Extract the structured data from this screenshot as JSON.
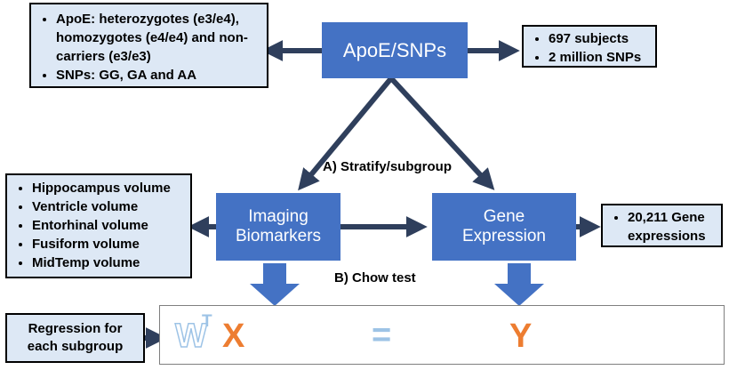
{
  "apoe_box": {
    "items": [
      "ApoE: heterozygotes (e3/e4), homozygotes (e4/e4) and non-carriers (e3/e3)",
      "SNPs: GG, GA and AA"
    ]
  },
  "center_node": {
    "label": "ApoE/SNPs"
  },
  "subjects_box": {
    "items": [
      "697 subjects",
      "2 million SNPs"
    ]
  },
  "stratify_label": "A) Stratify/subgroup",
  "biomarker_box": {
    "items": [
      "Hippocampus volume",
      "Ventricle volume",
      "Entorhinal volume",
      "Fusiform volume",
      "MidTemp volume"
    ]
  },
  "imaging_node": {
    "line1": "Imaging",
    "line2": "Biomarkers"
  },
  "gene_node": {
    "line1": "Gene",
    "line2": "Expression"
  },
  "gene_box": {
    "items": [
      "20,211 Gene expressions"
    ]
  },
  "chow_label": "B) Chow test",
  "regression_box": {
    "line1": "Regression for",
    "line2": "each subgroup"
  },
  "equation": {
    "w": "W",
    "t": "T",
    "x": "X",
    "eq": "=",
    "y": "Y"
  },
  "colors": {
    "node_fill": "#4472c4",
    "info_fill": "#dde8f5",
    "arrow": "#2f3f5c",
    "x_color": "#ed7d31",
    "w_color": "#9dc3e6"
  }
}
